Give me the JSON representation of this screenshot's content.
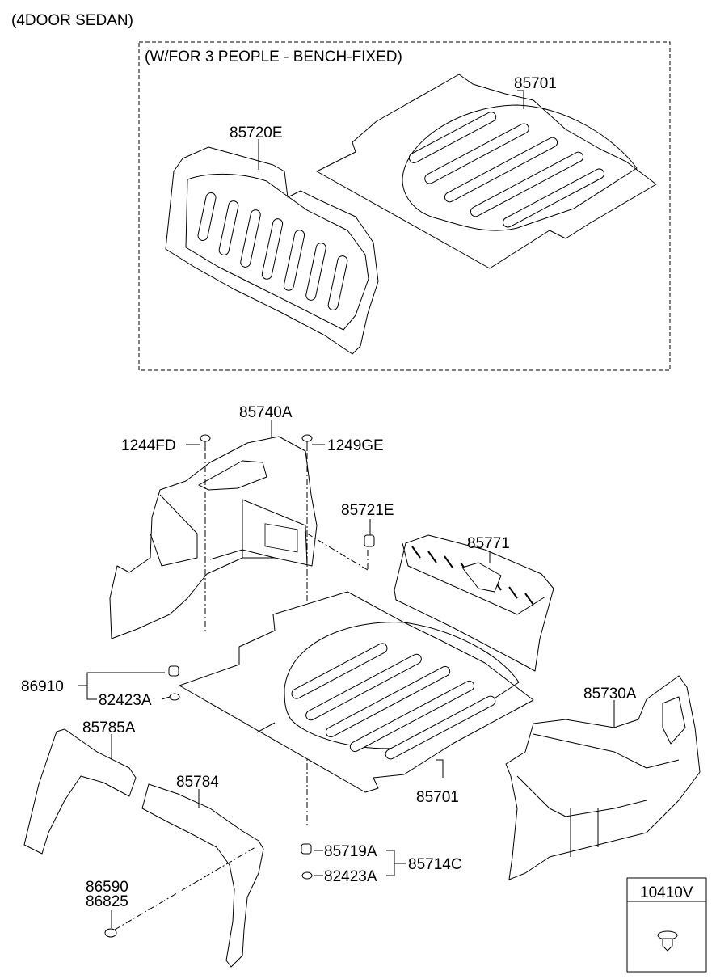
{
  "header": {
    "title": "(4DOOR SEDAN)"
  },
  "option_box": {
    "label": "(W/FOR 3 PEOPLE - BENCH-FIXED)"
  },
  "callouts": {
    "p85701_top": "85701",
    "p85720e": "85720E",
    "p85740a": "85740A",
    "p1244fd": "1244FD",
    "p1249ge": "1249GE",
    "p85721e": "85721E",
    "p85771": "85771",
    "p86910": "86910",
    "p82423a_upper": "82423A",
    "p85785a": "85785A",
    "p85784": "85784",
    "p85701_bottom": "85701",
    "p85730a": "85730A",
    "p85719a": "85719A",
    "p85714c": "85714C",
    "p82423a_lower": "82423A",
    "p86590": "86590",
    "p86825": "86825"
  },
  "legend_box": {
    "code": "10410V"
  }
}
